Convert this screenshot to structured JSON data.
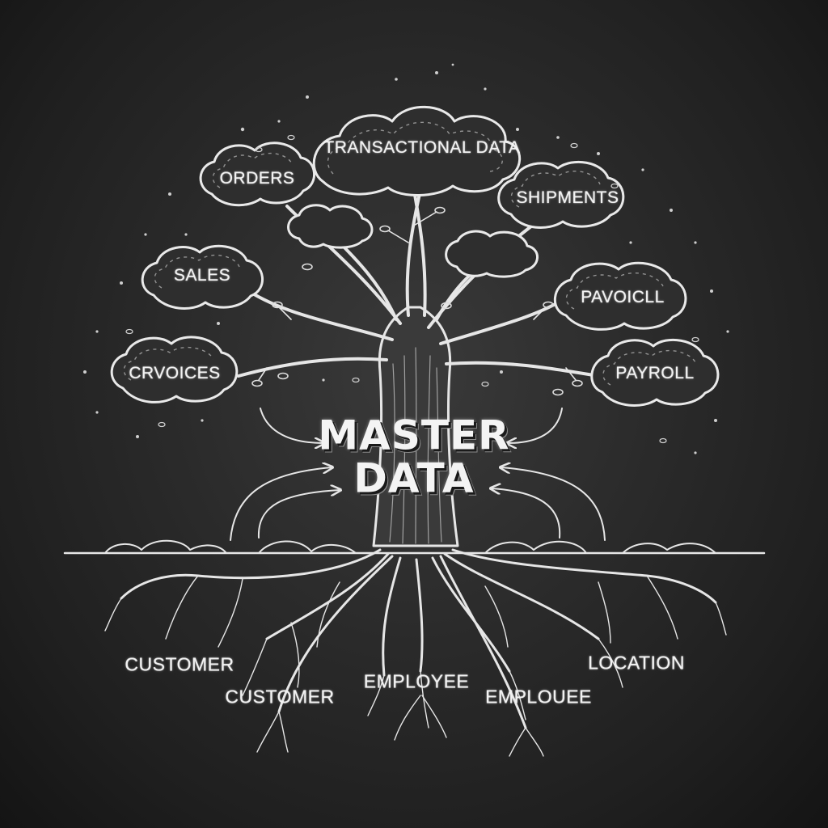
{
  "center": {
    "line1": "MASTER",
    "line2": "DATA"
  },
  "clouds": [
    {
      "id": "transactional",
      "label": "TRANSACTIONAL DATA"
    },
    {
      "id": "orders",
      "label": "ORDERS"
    },
    {
      "id": "shipments",
      "label": "SHIPMENTS"
    },
    {
      "id": "sales",
      "label": "SALES"
    },
    {
      "id": "pavoicll",
      "label": "PAVOICLL"
    },
    {
      "id": "crvoices",
      "label": "CRVOICES"
    },
    {
      "id": "payroll",
      "label": "PAYROLL"
    }
  ],
  "roots": [
    {
      "id": "customer-left",
      "label": "CUSTOMER"
    },
    {
      "id": "customer-mid",
      "label": "CUSTOMER"
    },
    {
      "id": "employee",
      "label": "EMPLOYEE"
    },
    {
      "id": "emplouee",
      "label": "EMPLOUEE"
    },
    {
      "id": "location",
      "label": "LOCATION"
    }
  ],
  "colors": {
    "board": "#2b2b2b",
    "chalk": "#e9e9e9"
  }
}
